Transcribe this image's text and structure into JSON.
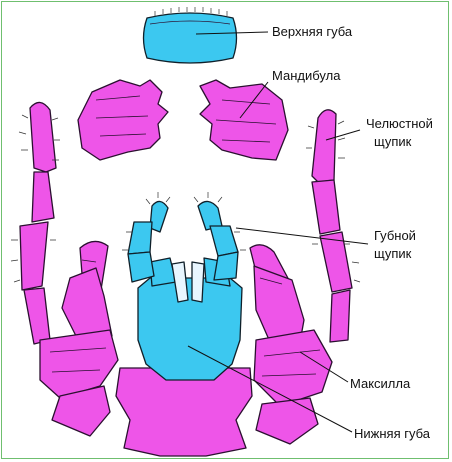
{
  "labels": {
    "upper_lip": "Верхняя губа",
    "mandible": "Мандибула",
    "maxillary_palp_line1": "Челюстной",
    "maxillary_palp_line2": "щупик",
    "labial_palp_line1": "Губной",
    "labial_palp_line2": "щупик",
    "maxilla": "Максилла",
    "lower_lip": "Нижняя губа"
  },
  "colors": {
    "magenta": "#ee55e8",
    "cyan": "#3cc8f0",
    "frame": "#6fbf6f"
  }
}
